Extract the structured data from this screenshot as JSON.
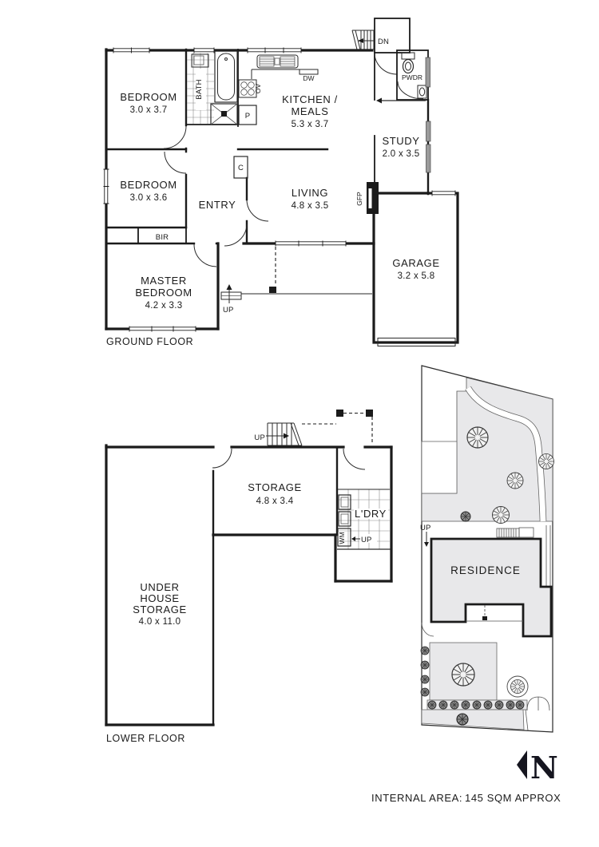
{
  "ground_floor": {
    "label": "GROUND FLOOR",
    "bedroom1": {
      "name": "BEDROOM",
      "dims": "3.0 x 3.7"
    },
    "bedroom2": {
      "name": "BEDROOM",
      "dims": "3.0 x 3.6"
    },
    "master": {
      "line1": "MASTER",
      "line2": "BEDROOM",
      "dims": "4.2 x 3.3"
    },
    "kitchen": {
      "line1": "KITCHEN /",
      "line2": "MEALS",
      "dims": "5.3 x 3.7"
    },
    "living": {
      "name": "LIVING",
      "dims": "4.8 x 3.5"
    },
    "study": {
      "name": "STUDY",
      "dims": "2.0 x 3.5"
    },
    "garage": {
      "name": "GARAGE",
      "dims": "3.2 x 5.8"
    },
    "entry": "ENTRY",
    "bath": "BATH",
    "pwdr": "PWDR",
    "bir": "BIR",
    "pantry": "P",
    "closet": "C",
    "oven": "OV",
    "dishwasher": "DW",
    "fireplace": "GFP",
    "stairs_dn": "DN",
    "deck_up": "UP"
  },
  "lower_floor": {
    "label": "LOWER FLOOR",
    "storage": {
      "name": "STORAGE",
      "dims": "4.8 x 3.4"
    },
    "under": {
      "line1": "UNDER",
      "line2": "HOUSE",
      "line3": "STORAGE",
      "dims": "4.0 x 11.0"
    },
    "laundry": "L'DRY",
    "washer": "WM",
    "stairs_up": "UP",
    "door_up": "UP"
  },
  "site": {
    "residence": "RESIDENCE",
    "up": "UP",
    "north": "N"
  },
  "footer": {
    "internal_area_label": "INTERNAL AREA:",
    "internal_area_value": "145 SQM APPROX"
  },
  "colors": {
    "wall": "#1b1b1b",
    "area_fill": "#e8e8ea",
    "window_fill": "#9b9b9b",
    "north_mark": "#15151f"
  }
}
